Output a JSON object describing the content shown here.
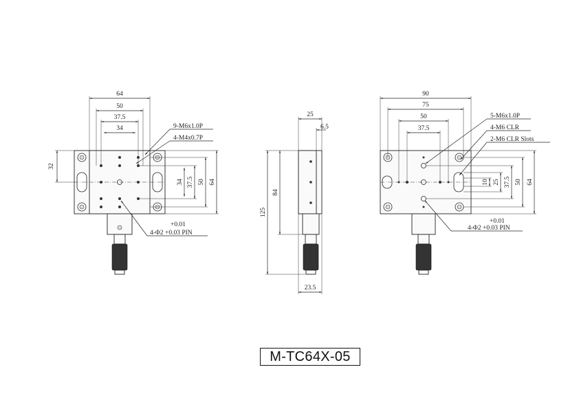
{
  "model": "M-TC64X-05",
  "left_view": {
    "dims": {
      "w64": "64",
      "w50": "50",
      "w375": "37.5",
      "w34": "34",
      "h32": "32",
      "h34": "34",
      "h375": "37.5",
      "h50": "50",
      "h64": "64"
    },
    "callouts": {
      "m6": "9-M6x1.0P",
      "m4": "4-M4x0.7P",
      "pin_tol": "+0.01",
      "pin": "4-Φ2 +0.03 PIN"
    }
  },
  "side_view": {
    "dims": {
      "w25": "25",
      "w65": "6.5",
      "h125": "125",
      "h84": "84",
      "w235": "23.5"
    }
  },
  "right_view": {
    "dims": {
      "w90": "90",
      "w75": "75",
      "w50": "50",
      "w375": "37.5",
      "h10": "10",
      "h25": "25",
      "h375": "37.5",
      "h50": "50",
      "h64": "64"
    },
    "callouts": {
      "m6": "5-M6x1.0P",
      "clr": "4-M6 CLR",
      "slots": "2-M6 CLR Slots",
      "pin_tol": "+0.01",
      "pin": "4-Φ2 +0.03 PIN"
    }
  }
}
